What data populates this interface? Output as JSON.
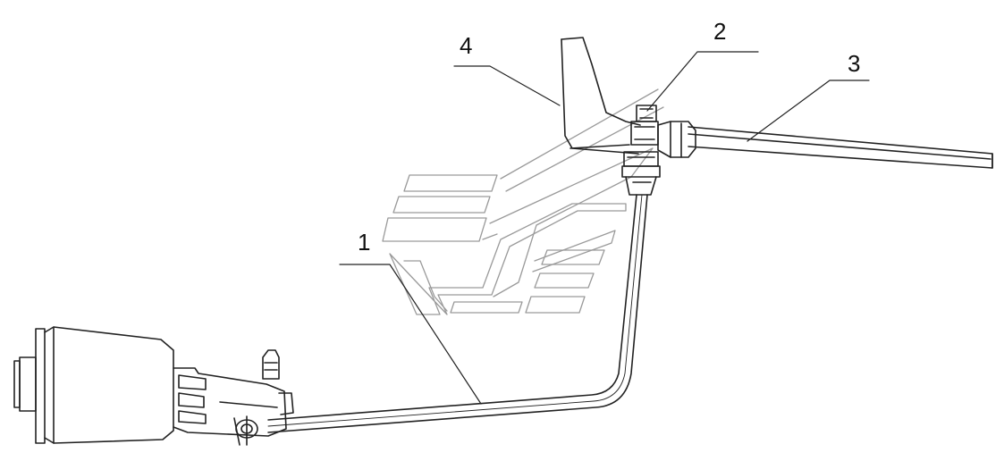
{
  "diagram": {
    "callouts": [
      {
        "id": "callout-1",
        "text": "1"
      },
      {
        "id": "callout-2",
        "text": "2"
      },
      {
        "id": "callout-3",
        "text": "3"
      },
      {
        "id": "callout-4",
        "text": "4"
      }
    ],
    "line_color": "#222222",
    "watermark_color": "#9a9a9a"
  }
}
